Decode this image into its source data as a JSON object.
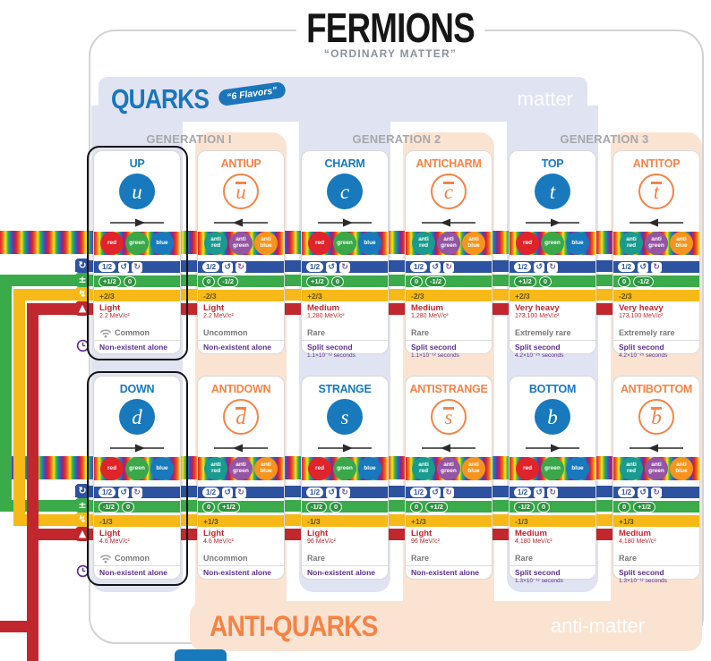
{
  "page": {
    "title": "FERMIONS",
    "subtitle": "“ORDINARY MATTER”"
  },
  "quarks_band": {
    "label": "QUARKS",
    "flavors_tag": "“6 Flavors”",
    "matter_label": "matter"
  },
  "antiquarks_band": {
    "label": "ANTI-QUARKS",
    "antimatter_label": "anti-matter"
  },
  "generations": [
    {
      "label": "GENERATION I"
    },
    {
      "label": "GENERATION 2"
    },
    {
      "label": "GENERATION 3"
    }
  ],
  "icons": {
    "chirality_left": "↺",
    "chirality_right": "↻",
    "spin_legend": "↻",
    "isospin_legend": "±",
    "charge_legend": "↯",
    "mass_legend": "▲"
  },
  "palette": {
    "matter_blue": "#1879bd",
    "anti_orange": "#f58345",
    "band_blue": "#dfe3f2",
    "band_peach": "#fbe3d2",
    "spin_blue": "#2d52a0",
    "isospin_green": "#3aaa4a",
    "charge_yellow": "#f7b917",
    "mass_red": "#c1272d",
    "stability_purple": "#5c2e91",
    "commonality_gray": "#77787b",
    "generation_gray": "#a6a8ab",
    "rainbow": [
      "#d9262c",
      "#f26522",
      "#f7ec13",
      "#3fae49",
      "#1879bd",
      "#83279b"
    ]
  },
  "cards": [
    {
      "id": "up",
      "name": "UP",
      "symbol": "u",
      "anti": false,
      "highlight": true,
      "row": 0,
      "col": 0,
      "color_charges": [
        {
          "lines": [
            "red"
          ],
          "hex": "#e0242b"
        },
        {
          "lines": [
            "green"
          ],
          "hex": "#3aa74a"
        },
        {
          "lines": [
            "blue"
          ],
          "hex": "#1879bd"
        }
      ],
      "spin": "1/2",
      "weak_isospin": [
        "+1/2",
        "0"
      ],
      "charge": "+2/3",
      "mass_class": "Light",
      "mass_value": "2.2 MeV/c²",
      "commonality": "Common",
      "stability": "Non-existent alone",
      "stability_detail": null
    },
    {
      "id": "antiup",
      "name": "ANTIUP",
      "symbol": "u",
      "anti": true,
      "highlight": false,
      "row": 0,
      "col": 1,
      "color_charges": [
        {
          "lines": [
            "anti",
            "red"
          ],
          "hex": "#1a9b8f"
        },
        {
          "lines": [
            "anti",
            "green"
          ],
          "hex": "#9455a3"
        },
        {
          "lines": [
            "anti",
            "blue"
          ],
          "hex": "#f7941d"
        }
      ],
      "spin": "1/2",
      "weak_isospin": [
        "0",
        "-1/2"
      ],
      "charge": "-2/3",
      "mass_class": "Light",
      "mass_value": "2.2 MeV/c²",
      "commonality": "Uncommon",
      "stability": "Non-existent alone",
      "stability_detail": null
    },
    {
      "id": "charm",
      "name": "CHARM",
      "symbol": "c",
      "anti": false,
      "highlight": false,
      "row": 0,
      "col": 2,
      "color_charges": [
        {
          "lines": [
            "red"
          ],
          "hex": "#e0242b"
        },
        {
          "lines": [
            "green"
          ],
          "hex": "#3aa74a"
        },
        {
          "lines": [
            "blue"
          ],
          "hex": "#1879bd"
        }
      ],
      "spin": "1/2",
      "weak_isospin": [
        "+1/2",
        "0"
      ],
      "charge": "+2/3",
      "mass_class": "Medium",
      "mass_value": "1,280 MeV/c²",
      "commonality": "Rare",
      "stability": "Split second",
      "stability_detail": "1.1×10⁻¹² seconds"
    },
    {
      "id": "anticharm",
      "name": "ANTICHARM",
      "symbol": "c",
      "anti": true,
      "highlight": false,
      "row": 0,
      "col": 3,
      "color_charges": [
        {
          "lines": [
            "anti",
            "red"
          ],
          "hex": "#1a9b8f"
        },
        {
          "lines": [
            "anti",
            "green"
          ],
          "hex": "#9455a3"
        },
        {
          "lines": [
            "anti",
            "blue"
          ],
          "hex": "#f7941d"
        }
      ],
      "spin": "1/2",
      "weak_isospin": [
        "0",
        "-1/2"
      ],
      "charge": "-2/3",
      "mass_class": "Medium",
      "mass_value": "1,280 MeV/c²",
      "commonality": "Rare",
      "stability": "Split second",
      "stability_detail": "1.1×10⁻¹² seconds"
    },
    {
      "id": "top",
      "name": "TOP",
      "symbol": "t",
      "anti": false,
      "highlight": false,
      "row": 0,
      "col": 4,
      "color_charges": [
        {
          "lines": [
            "red"
          ],
          "hex": "#e0242b"
        },
        {
          "lines": [
            "green"
          ],
          "hex": "#3aa74a"
        },
        {
          "lines": [
            "blue"
          ],
          "hex": "#1879bd"
        }
      ],
      "spin": "1/2",
      "weak_isospin": [
        "+1/2",
        "0"
      ],
      "charge": "+2/3",
      "mass_class": "Very heavy",
      "mass_value": "173,100 MeV/c²",
      "commonality": "Extremely rare",
      "stability": "Split second",
      "stability_detail": "4.2×10⁻²⁵ seconds"
    },
    {
      "id": "antitop",
      "name": "ANTITOP",
      "symbol": "t",
      "anti": true,
      "highlight": false,
      "row": 0,
      "col": 5,
      "color_charges": [
        {
          "lines": [
            "anti",
            "red"
          ],
          "hex": "#1a9b8f"
        },
        {
          "lines": [
            "anti",
            "green"
          ],
          "hex": "#9455a3"
        },
        {
          "lines": [
            "anti",
            "blue"
          ],
          "hex": "#f7941d"
        }
      ],
      "spin": "1/2",
      "weak_isospin": [
        "0",
        "-1/2"
      ],
      "charge": "-2/3",
      "mass_class": "Very heavy",
      "mass_value": "173,100 MeV/c²",
      "commonality": "Extremely rare",
      "stability": "Split second",
      "stability_detail": "4.2×10⁻²⁵ seconds"
    },
    {
      "id": "down",
      "name": "DOWN",
      "symbol": "d",
      "anti": false,
      "highlight": true,
      "row": 1,
      "col": 0,
      "color_charges": [
        {
          "lines": [
            "red"
          ],
          "hex": "#e0242b"
        },
        {
          "lines": [
            "green"
          ],
          "hex": "#3aa74a"
        },
        {
          "lines": [
            "blue"
          ],
          "hex": "#1879bd"
        }
      ],
      "spin": "1/2",
      "weak_isospin": [
        "-1/2",
        "0"
      ],
      "charge": "-1/3",
      "mass_class": "Light",
      "mass_value": "4.6 MeV/c²",
      "commonality": "Common",
      "stability": "Non-existent alone",
      "stability_detail": null
    },
    {
      "id": "antidown",
      "name": "ANTIDOWN",
      "symbol": "d",
      "anti": true,
      "highlight": false,
      "row": 1,
      "col": 1,
      "color_charges": [
        {
          "lines": [
            "anti",
            "red"
          ],
          "hex": "#1a9b8f"
        },
        {
          "lines": [
            "anti",
            "green"
          ],
          "hex": "#9455a3"
        },
        {
          "lines": [
            "anti",
            "blue"
          ],
          "hex": "#f7941d"
        }
      ],
      "spin": "1/2",
      "weak_isospin": [
        "0",
        "+1/2"
      ],
      "charge": "+1/3",
      "mass_class": "Light",
      "mass_value": "4.6 MeV/c²",
      "commonality": "Uncommon",
      "stability": "Non-existent alone",
      "stability_detail": null
    },
    {
      "id": "strange",
      "name": "STRANGE",
      "symbol": "s",
      "anti": false,
      "highlight": false,
      "row": 1,
      "col": 2,
      "color_charges": [
        {
          "lines": [
            "red"
          ],
          "hex": "#e0242b"
        },
        {
          "lines": [
            "green"
          ],
          "hex": "#3aa74a"
        },
        {
          "lines": [
            "blue"
          ],
          "hex": "#1879bd"
        }
      ],
      "spin": "1/2",
      "weak_isospin": [
        "-1/2",
        "0"
      ],
      "charge": "-1/3",
      "mass_class": "Light",
      "mass_value": "96 MeV/c²",
      "commonality": "Rare",
      "stability": "Non-existent alone",
      "stability_detail": null
    },
    {
      "id": "antistrange",
      "name": "ANTISTRANGE",
      "symbol": "s",
      "anti": true,
      "highlight": false,
      "row": 1,
      "col": 3,
      "color_charges": [
        {
          "lines": [
            "anti",
            "red"
          ],
          "hex": "#1a9b8f"
        },
        {
          "lines": [
            "anti",
            "green"
          ],
          "hex": "#9455a3"
        },
        {
          "lines": [
            "anti",
            "blue"
          ],
          "hex": "#f7941d"
        }
      ],
      "spin": "1/2",
      "weak_isospin": [
        "0",
        "+1/2"
      ],
      "charge": "+1/3",
      "mass_class": "Light",
      "mass_value": "96 MeV/c²",
      "commonality": "Rare",
      "stability": "Non-existent alone",
      "stability_detail": null
    },
    {
      "id": "bottom",
      "name": "BOTTOM",
      "symbol": "b",
      "anti": false,
      "highlight": false,
      "row": 1,
      "col": 4,
      "color_charges": [
        {
          "lines": [
            "red"
          ],
          "hex": "#e0242b"
        },
        {
          "lines": [
            "green"
          ],
          "hex": "#3aa74a"
        },
        {
          "lines": [
            "blue"
          ],
          "hex": "#1879bd"
        }
      ],
      "spin": "1/2",
      "weak_isospin": [
        "-1/2",
        "0"
      ],
      "charge": "-1/3",
      "mass_class": "Medium",
      "mass_value": "4,180 MeV/c²",
      "commonality": "Rare",
      "stability": "Split second",
      "stability_detail": "1.3×10⁻¹² seconds"
    },
    {
      "id": "antibottom",
      "name": "ANTIBOTTOM",
      "symbol": "b",
      "anti": true,
      "highlight": false,
      "row": 1,
      "col": 5,
      "color_charges": [
        {
          "lines": [
            "anti",
            "red"
          ],
          "hex": "#1a9b8f"
        },
        {
          "lines": [
            "anti",
            "green"
          ],
          "hex": "#9455a3"
        },
        {
          "lines": [
            "anti",
            "blue"
          ],
          "hex": "#f7941d"
        }
      ],
      "spin": "1/2",
      "weak_isospin": [
        "0",
        "+1/2"
      ],
      "charge": "+1/3",
      "mass_class": "Medium",
      "mass_value": "4,180 MeV/c²",
      "commonality": "Rare",
      "stability": "Split second",
      "stability_detail": "1.3×10⁻¹² seconds"
    }
  ]
}
